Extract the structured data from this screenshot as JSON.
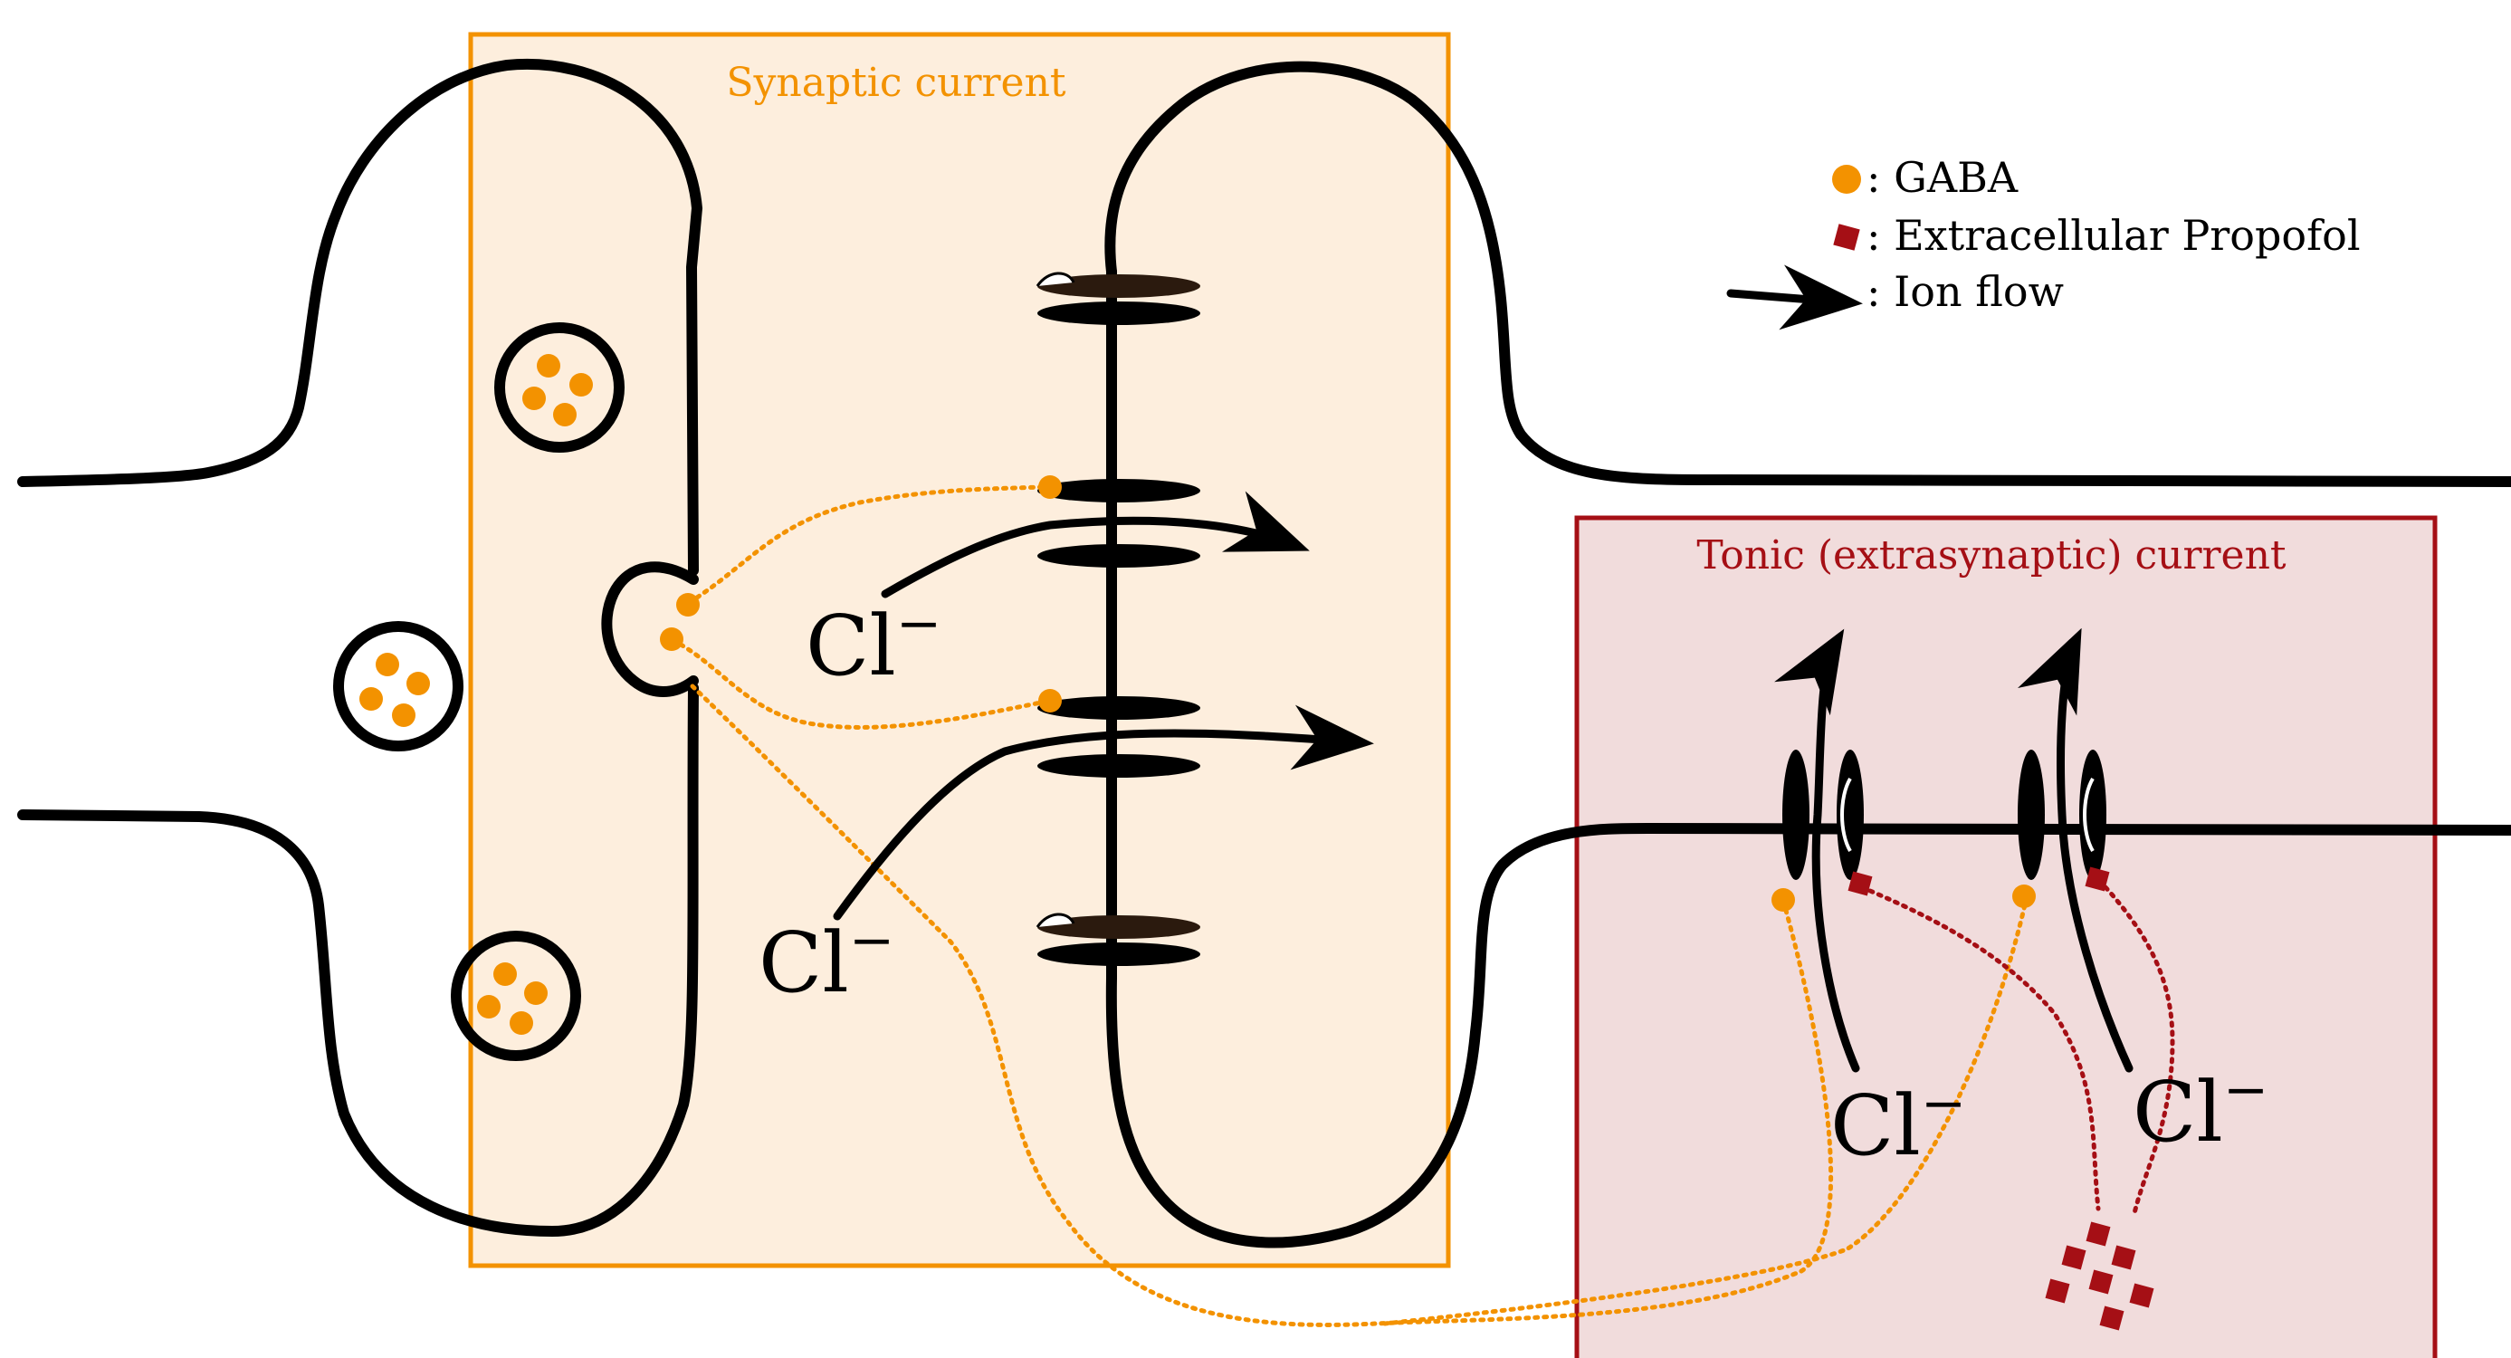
{
  "boxes": {
    "synaptic": {
      "label": "Synaptic current",
      "color": "#f39200",
      "fill": "#fdeedd"
    },
    "tonic": {
      "label": "Tonic (extrasynaptic) current",
      "color": "#a50f15",
      "fill": "#f1dcdc"
    }
  },
  "legend": {
    "gaba": ": GABA",
    "propofol": ": Extracellular Propofol",
    "ion_flow": ": Ion flow"
  },
  "ion_labels": {
    "base": "Cl",
    "charge": "−"
  },
  "colors": {
    "gaba": "#f39200",
    "propofol": "#a50f15",
    "membrane": "#000000"
  },
  "icons": [
    "gaba-molecule-icon",
    "propofol-molecule-icon",
    "ion-flow-arrow-icon"
  ]
}
